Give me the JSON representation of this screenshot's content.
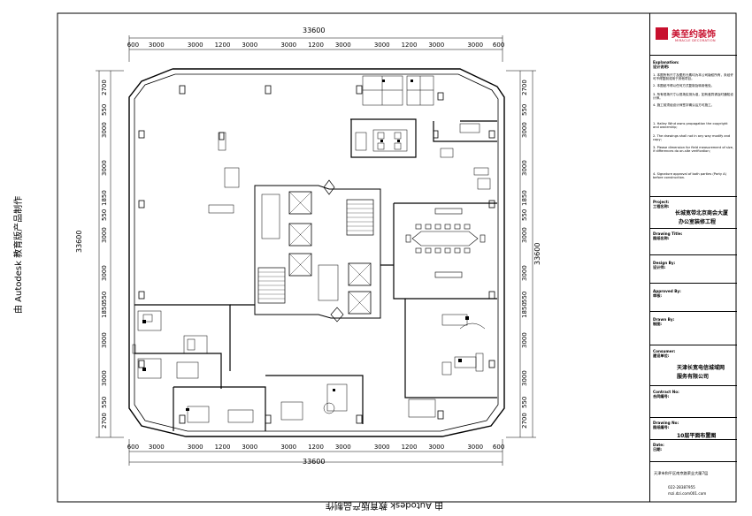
{
  "watermark": "由 Autodesk 教育版产品制作",
  "dims": {
    "overall": "33600",
    "horizontal_segments": [
      "600",
      "3000",
      "3000",
      "1200",
      "3000",
      "3000",
      "1200",
      "3000",
      "3000",
      "1200",
      "3000",
      "3000",
      "600"
    ],
    "left_vertical_total": "33600",
    "right_vertical_total": "33600",
    "left_vertical": [
      "2700",
      "550",
      "3000",
      "3000",
      "1850",
      "550",
      "3000",
      "3000",
      "550",
      "1850",
      "3000",
      "3000",
      "550",
      "2700"
    ],
    "right_vertical": [
      "2700",
      "550",
      "3000",
      "3000",
      "1850",
      "550",
      "3000",
      "3000",
      "550",
      "1850",
      "3000",
      "3000",
      "550",
      "2700"
    ]
  },
  "title_block": {
    "brand": "美至约装饰",
    "brand_sub": "MIRACLE DECORATION",
    "explanation_label": "Explanation:",
    "explanation_cn": "设计说明:",
    "notes": [
      "1. 本图所有尺寸及图形元素均为本公司版权所有，未经许可不得复制或用于其他项目。",
      "2. 本图纸不得以任何方式复制及转用他处。",
      "3. 所有现场尺寸以现场实测为准，如有差异请及时通知设计师。",
      "4. 施工前须经设计师签字确认后方可施工。",
      "1. Hailey Wind owns propagation the copyright and ownership;",
      "2. The drawings shall not in any way modify and copy;",
      "3. Please dimension for field measurement of size, if differences do on-site verification;",
      "4. Signature approval of both parties (Party A) before construction."
    ],
    "project_label": "Project:",
    "project_cn": "工程名称:",
    "project_name_1": "长城宽带北京商会大厦",
    "project_name_2": "办公室装修工程",
    "drawing_title_label": "Drawing Title:",
    "drawing_title_cn": "图纸名称:",
    "design_label": "Design By:",
    "design_cn": "设计师:",
    "approved_label": "Approved By:",
    "approved_cn": "审核:",
    "drawn_label": "Drawn By:",
    "drawn_cn": "制图:",
    "consumer_label": "Consumer:",
    "consumer_cn": "建设单位:",
    "consumer_name_1": "天津长宽电信城域网",
    "consumer_name_2": "服务有限公司",
    "contract_label": "Contract No:",
    "contract_cn": "合同编号:",
    "drawing_no_label": "Drawing No:",
    "drawing_no_cn": "图纸编号:",
    "drawing_no": "10层平面布置图",
    "date_label": "Date:",
    "date_cn": "日期:",
    "address": "天津市和平区南京路荣业大厦7层",
    "phone": "022-28387955",
    "email": "mzi.dzi.com001.com"
  }
}
